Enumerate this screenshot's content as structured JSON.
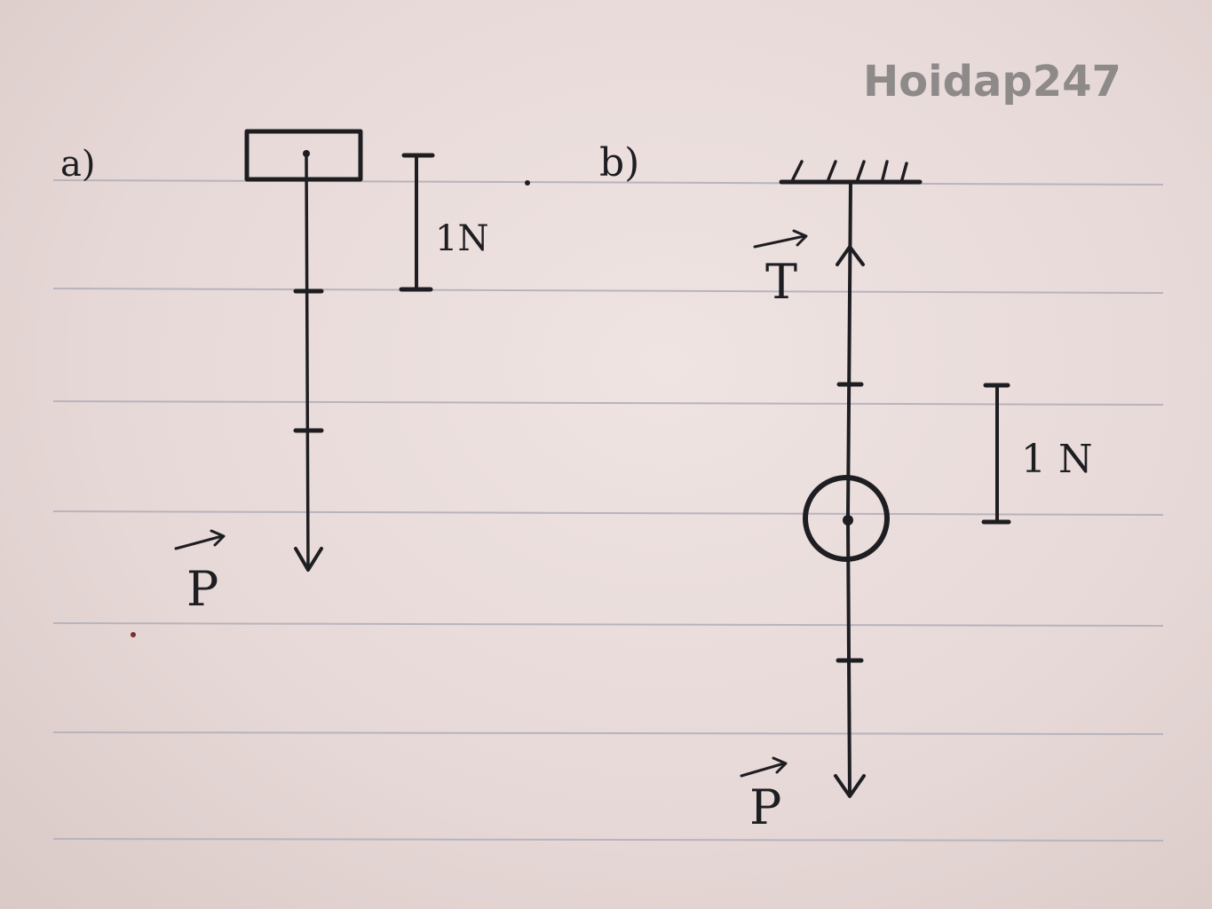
{
  "watermark": "Hoidap247",
  "part_a": {
    "label": "a)",
    "scale_label": "1N",
    "vector_label": "P"
  },
  "part_b": {
    "label": "b)",
    "scale_label": "1 N",
    "tension_label": "T",
    "weight_label": "P"
  },
  "colors": {
    "ink": "#1e1e22",
    "paper": "#e9dcdb",
    "rule": "#b8b3bd",
    "watermark": "#8e8a8a"
  }
}
